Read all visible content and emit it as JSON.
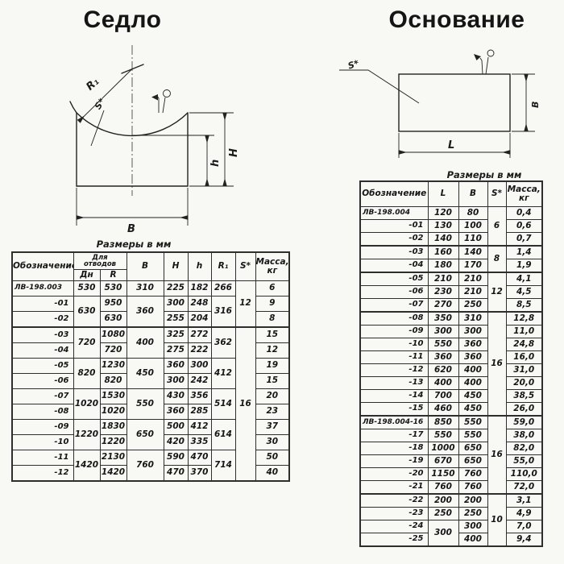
{
  "saddle": {
    "title": "Седло",
    "units_note": "Размеры в мм",
    "diagram": {
      "labels": {
        "r1": "R₁",
        "s": "S*",
        "H": "H",
        "h": "h",
        "B": "B"
      }
    },
    "table": {
      "headers": {
        "designation": "Обозначение",
        "for_bends": "Для\nотводов",
        "dn": "Дн",
        "r": "R",
        "b": "B",
        "H": "H",
        "h": "h",
        "r1": "R₁",
        "s": "S*",
        "mass": "Масса,\nкг"
      },
      "rows": [
        {
          "cells": [
            "ЛВ-198.003",
            "530",
            "530",
            "310",
            "225",
            "182",
            "266",
            {
              "v": "12",
              "rs": 3
            },
            "6"
          ]
        },
        {
          "cells": [
            "-01",
            {
              "v": "630",
              "rs": 2
            },
            "950",
            {
              "v": "360",
              "rs": 2
            },
            "300",
            "248",
            {
              "v": "316",
              "rs": 2
            },
            "9"
          ]
        },
        {
          "cells": [
            "-02",
            "630",
            "255",
            "204",
            "8"
          ]
        },
        {
          "thick": true,
          "cells": [
            "-03",
            {
              "v": "720",
              "rs": 2
            },
            "1080",
            {
              "v": "400",
              "rs": 2
            },
            "325",
            "272",
            {
              "v": "362",
              "rs": 2
            },
            {
              "v": "16",
              "rs": 10
            },
            "15"
          ]
        },
        {
          "cells": [
            "-04",
            "720",
            "275",
            "222",
            "12"
          ]
        },
        {
          "cells": [
            "-05",
            {
              "v": "820",
              "rs": 2
            },
            "1230",
            {
              "v": "450",
              "rs": 2
            },
            "360",
            "300",
            {
              "v": "412",
              "rs": 2
            },
            "19"
          ]
        },
        {
          "cells": [
            "-06",
            "820",
            "300",
            "242",
            "15"
          ]
        },
        {
          "cells": [
            "-07",
            {
              "v": "1020",
              "rs": 2
            },
            "1530",
            {
              "v": "550",
              "rs": 2
            },
            "430",
            "356",
            {
              "v": "514",
              "rs": 2
            },
            "20"
          ]
        },
        {
          "cells": [
            "-08",
            "1020",
            "360",
            "285",
            "23"
          ]
        },
        {
          "cells": [
            "-09",
            {
              "v": "1220",
              "rs": 2
            },
            "1830",
            {
              "v": "650",
              "rs": 2
            },
            "500",
            "412",
            {
              "v": "614",
              "rs": 2
            },
            "37"
          ]
        },
        {
          "cells": [
            "-10",
            "1220",
            "420",
            "335",
            "30"
          ]
        },
        {
          "cells": [
            "-11",
            {
              "v": "1420",
              "rs": 2
            },
            "2130",
            {
              "v": "760",
              "rs": 2
            },
            "590",
            "470",
            {
              "v": "714",
              "rs": 2
            },
            "50"
          ]
        },
        {
          "cells": [
            "-12",
            "1420",
            "470",
            "370",
            "40"
          ]
        }
      ]
    }
  },
  "base": {
    "title": "Основание",
    "units_note": "Размеры в мм",
    "diagram": {
      "labels": {
        "s": "S*",
        "B": "B",
        "L": "L"
      }
    },
    "table": {
      "headers": {
        "designation": "Обозначение",
        "l": "L",
        "b": "B",
        "s": "S*",
        "mass": "Масса,\nкг"
      },
      "rows": [
        {
          "cells": [
            "ЛВ-198.004",
            "120",
            "80",
            {
              "v": "6",
              "rs": 3
            },
            "0,4"
          ]
        },
        {
          "cells": [
            "-01",
            "130",
            "100",
            "0,6"
          ]
        },
        {
          "cells": [
            "-02",
            "140",
            "110",
            "0,7"
          ]
        },
        {
          "thick": true,
          "cells": [
            "-03",
            "160",
            "140",
            {
              "v": "8",
              "rs": 2
            },
            "1,4"
          ]
        },
        {
          "cells": [
            "-04",
            "180",
            "170",
            "1,9"
          ]
        },
        {
          "thick": true,
          "cells": [
            "-05",
            "210",
            "210",
            {
              "v": "12",
              "rs": 3
            },
            "4,1"
          ]
        },
        {
          "cells": [
            "-06",
            "230",
            "210",
            "4,5"
          ]
        },
        {
          "cells": [
            "-07",
            "270",
            "250",
            "8,5"
          ]
        },
        {
          "thick": true,
          "cells": [
            "-08",
            "350",
            "310",
            {
              "v": "16",
              "rs": 8
            },
            "12,8"
          ]
        },
        {
          "cells": [
            "-09",
            "300",
            "300",
            "11,0"
          ]
        },
        {
          "cells": [
            "-10",
            "550",
            "360",
            "24,8"
          ]
        },
        {
          "cells": [
            "-11",
            "360",
            "360",
            "16,0"
          ]
        },
        {
          "cells": [
            "-12",
            "620",
            "400",
            "31,0"
          ]
        },
        {
          "cells": [
            "-13",
            "400",
            "400",
            "20,0"
          ]
        },
        {
          "cells": [
            "-14",
            "700",
            "450",
            "38,5"
          ]
        },
        {
          "cells": [
            "-15",
            "460",
            "450",
            "26,0"
          ]
        },
        {
          "thick": true,
          "cells": [
            "ЛВ-198.004-16",
            "850",
            "550",
            {
              "v": "16",
              "rs": 6
            },
            "59,0"
          ]
        },
        {
          "cells": [
            "-17",
            "550",
            "550",
            "38,0"
          ]
        },
        {
          "cells": [
            "-18",
            "1000",
            "650",
            "82,0"
          ]
        },
        {
          "cells": [
            "-19",
            "670",
            "650",
            "55,0"
          ]
        },
        {
          "cells": [
            "-20",
            "1150",
            "760",
            "110,0"
          ]
        },
        {
          "cells": [
            "-21",
            "760",
            "760",
            "72,0"
          ]
        },
        {
          "thick": true,
          "cells": [
            "-22",
            "200",
            "200",
            {
              "v": "10",
              "rs": 4
            },
            "3,1"
          ]
        },
        {
          "cells": [
            "-23",
            "250",
            "250",
            "4,9"
          ]
        },
        {
          "cells": [
            "-24",
            {
              "v": "300",
              "rs": 2
            },
            "300",
            "7,0"
          ]
        },
        {
          "cells": [
            "-25",
            "400",
            "9,4"
          ]
        }
      ]
    }
  }
}
